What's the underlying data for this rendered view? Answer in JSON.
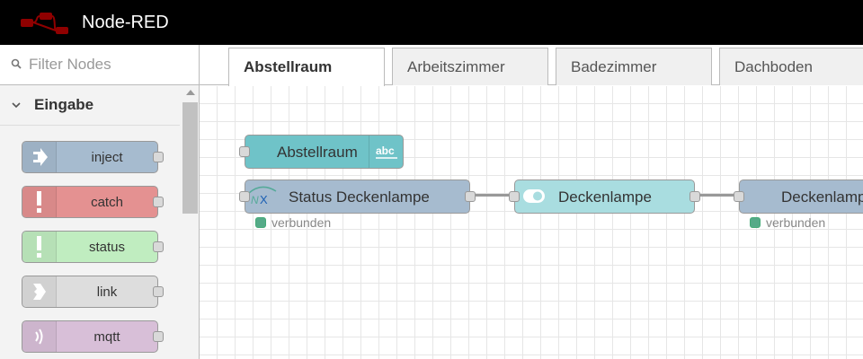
{
  "header": {
    "title": "Node-RED"
  },
  "palette": {
    "search_placeholder": "Filter Nodes",
    "category": "Eingabe",
    "nodes": [
      {
        "label": "inject",
        "color": "#a6bbcf",
        "icon": "inject-arrow-icon"
      },
      {
        "label": "catch",
        "color": "#e49191",
        "icon": "exclamation-icon"
      },
      {
        "label": "status",
        "color": "#c0edc0",
        "icon": "exclamation-icon"
      },
      {
        "label": "link",
        "color": "#dddddd",
        "icon": "link-icon"
      },
      {
        "label": "mqtt",
        "color": "#d8bfd8",
        "icon": "radio-waves-icon"
      }
    ]
  },
  "tabs": [
    {
      "label": "Abstellraum",
      "active": true
    },
    {
      "label": "Arbeitszimmer",
      "active": false
    },
    {
      "label": "Badezimmer",
      "active": false
    },
    {
      "label": "Dachboden",
      "active": false
    }
  ],
  "flow": {
    "comment_node": {
      "label": "Abstellraum",
      "icon": "abc-text-icon",
      "color": "#6fc3c8"
    },
    "knx_in_node": {
      "label": "Status Deckenlampe",
      "icon": "knx-icon",
      "color": "#a6bbcf",
      "status": "verbunden"
    },
    "switch_node": {
      "label": "Deckenlampe",
      "icon": "toggle-switch-icon",
      "color": "#a9dde0"
    },
    "knx_out_node": {
      "label": "Deckenlampe",
      "icon": "knx-icon",
      "color": "#a6bbcf",
      "status": "verbunden"
    },
    "status_color": "#55aa88"
  }
}
